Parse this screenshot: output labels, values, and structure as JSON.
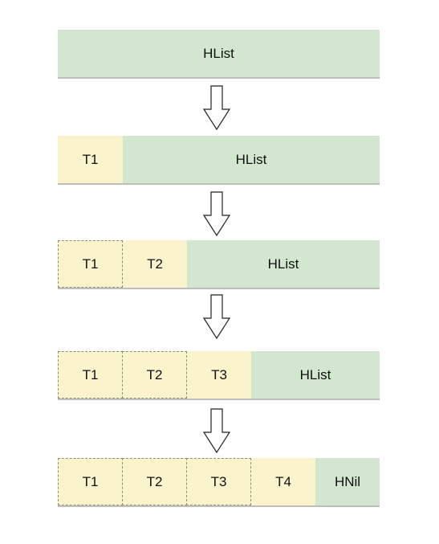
{
  "rows": [
    {
      "cells": [
        "HList"
      ]
    },
    {
      "cells": [
        "T1",
        "HList"
      ]
    },
    {
      "cells": [
        "T1",
        "T2",
        "HList"
      ]
    },
    {
      "cells": [
        "T1",
        "T2",
        "T3",
        "HList"
      ]
    },
    {
      "cells": [
        "T1",
        "T2",
        "T3",
        "T4",
        "HNil"
      ]
    }
  ],
  "colors": {
    "type_cell": "#fbf3cc",
    "list_cell": "#d3e6d0",
    "arrow_stroke": "#222222"
  }
}
